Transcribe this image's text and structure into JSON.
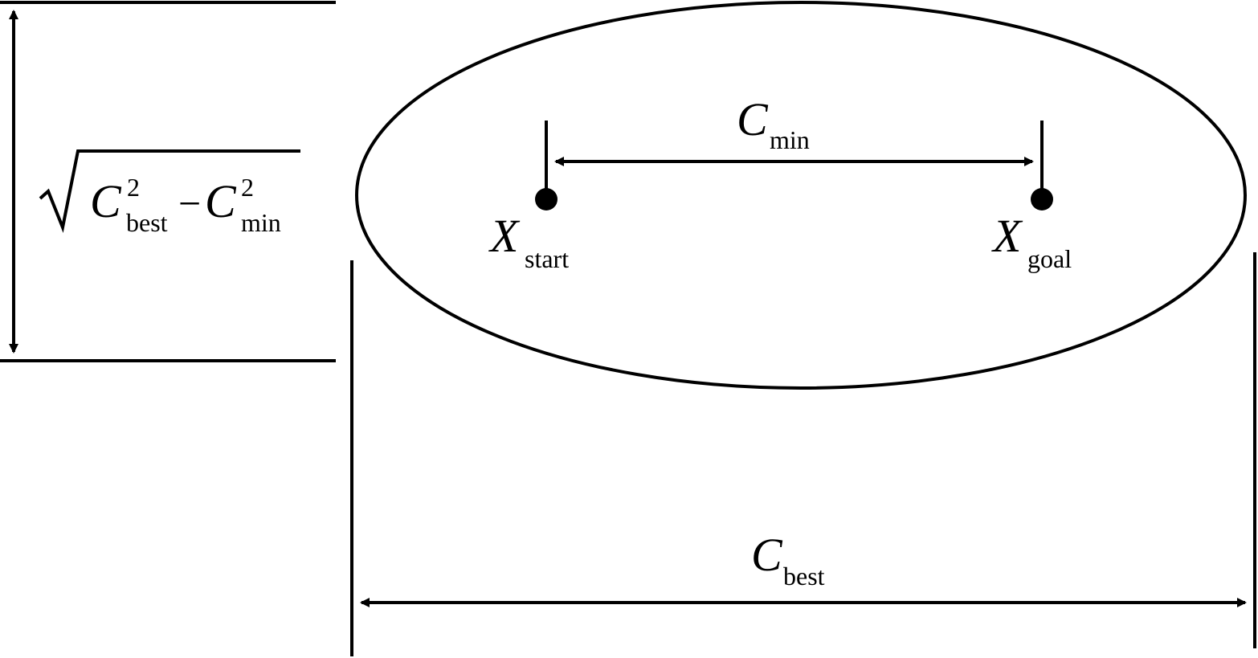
{
  "labels": {
    "c_min": {
      "symbol": "C",
      "subscript": "min"
    },
    "c_best": {
      "symbol": "C",
      "subscript": "best"
    },
    "x_start": {
      "symbol": "X",
      "subscript": "start"
    },
    "x_goal": {
      "symbol": "X",
      "subscript": "goal"
    },
    "minor_axis": {
      "term1_symbol": "C",
      "term1_subscript": "best",
      "term1_superscript": "2",
      "operator": "−",
      "term2_symbol": "C",
      "term2_subscript": "min",
      "term2_superscript": "2"
    }
  },
  "colors": {
    "stroke": "#000000",
    "background": "#ffffff"
  }
}
